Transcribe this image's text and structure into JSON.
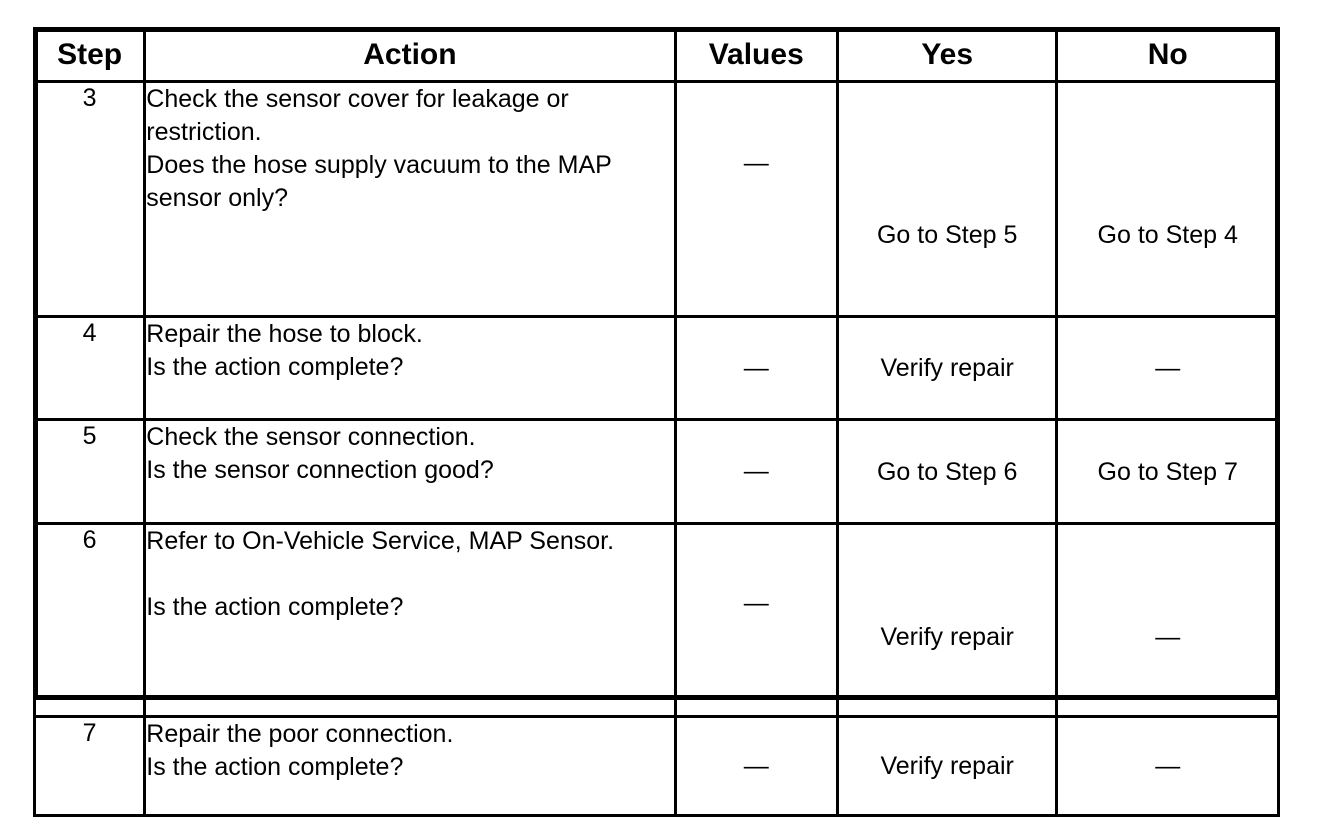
{
  "table": {
    "columns": [
      {
        "key": "step",
        "label": "Step"
      },
      {
        "key": "action",
        "label": "Action"
      },
      {
        "key": "values",
        "label": "Values"
      },
      {
        "key": "yes",
        "label": "Yes"
      },
      {
        "key": "no",
        "label": "No"
      }
    ],
    "rows": [
      {
        "step": "3",
        "action": "Check the sensor cover for leakage or restriction.\nDoes the hose supply vacuum to the MAP sensor only?",
        "values": "—",
        "yes": "Go to Step 5",
        "no": "Go to Step 4"
      },
      {
        "step": "4",
        "action": "Repair the hose to block.\nIs the action complete?",
        "values": "—",
        "yes": "Verify repair",
        "no": "—"
      },
      {
        "step": "5",
        "action": "Check the sensor connection.\nIs the sensor connection good?",
        "values": "—",
        "yes": "Go to Step 6",
        "no": "Go to Step 7"
      },
      {
        "step": "6",
        "action": "Refer to On-Vehicle Service, MAP Sensor.\n\nIs the action complete?",
        "values": "—",
        "yes": "Verify repair",
        "no": "—"
      },
      {
        "step": "7",
        "action": "Repair the poor connection.\nIs the action complete?",
        "values": "—",
        "yes": "Verify repair",
        "no": "—"
      }
    ]
  },
  "colors": {
    "border": "#000000",
    "background": "#ffffff",
    "text": "#000000"
  }
}
